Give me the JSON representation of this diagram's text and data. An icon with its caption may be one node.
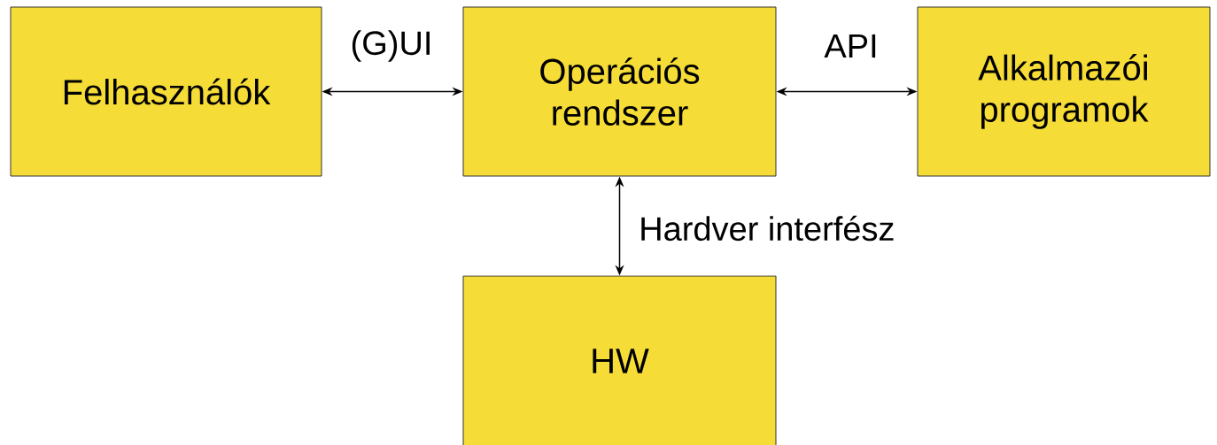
{
  "diagram": {
    "nodes": [
      {
        "text": [
          "Felhasználók"
        ]
      },
      {
        "text": [
          "Operációs rendszer"
        ]
      },
      {
        "text": [
          "Alkalmazói programok"
        ]
      },
      {
        "text": [
          "HW"
        ]
      }
    ],
    "edges": [
      {
        "from": 0,
        "to": 1,
        "arrow": "both",
        "label": "(G)UI"
      },
      {
        "from": 1,
        "to": 2,
        "arrow": "both",
        "label": "API"
      },
      {
        "from": 1,
        "to": 3,
        "arrow": "both",
        "label": "Hardver interfész"
      }
    ]
  }
}
